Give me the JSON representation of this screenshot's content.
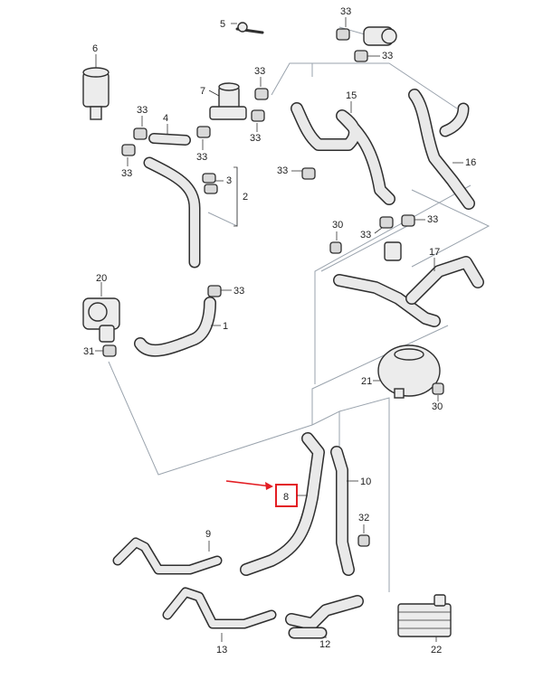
{
  "labels": {
    "p1": "1",
    "p2": "2",
    "p3": "3",
    "p4": "4",
    "p5": "5",
    "p6": "6",
    "p7": "7",
    "p8": "8",
    "p9": "9",
    "p10": "10",
    "p12": "12",
    "p13": "13",
    "p15": "15",
    "p16": "16",
    "p17": "17",
    "p20": "20",
    "p21": "21",
    "p22": "22",
    "p30": "30",
    "p31": "31",
    "p32": "32",
    "p33": "33"
  },
  "highlight": {
    "color": "#e31e24",
    "target": "8"
  }
}
